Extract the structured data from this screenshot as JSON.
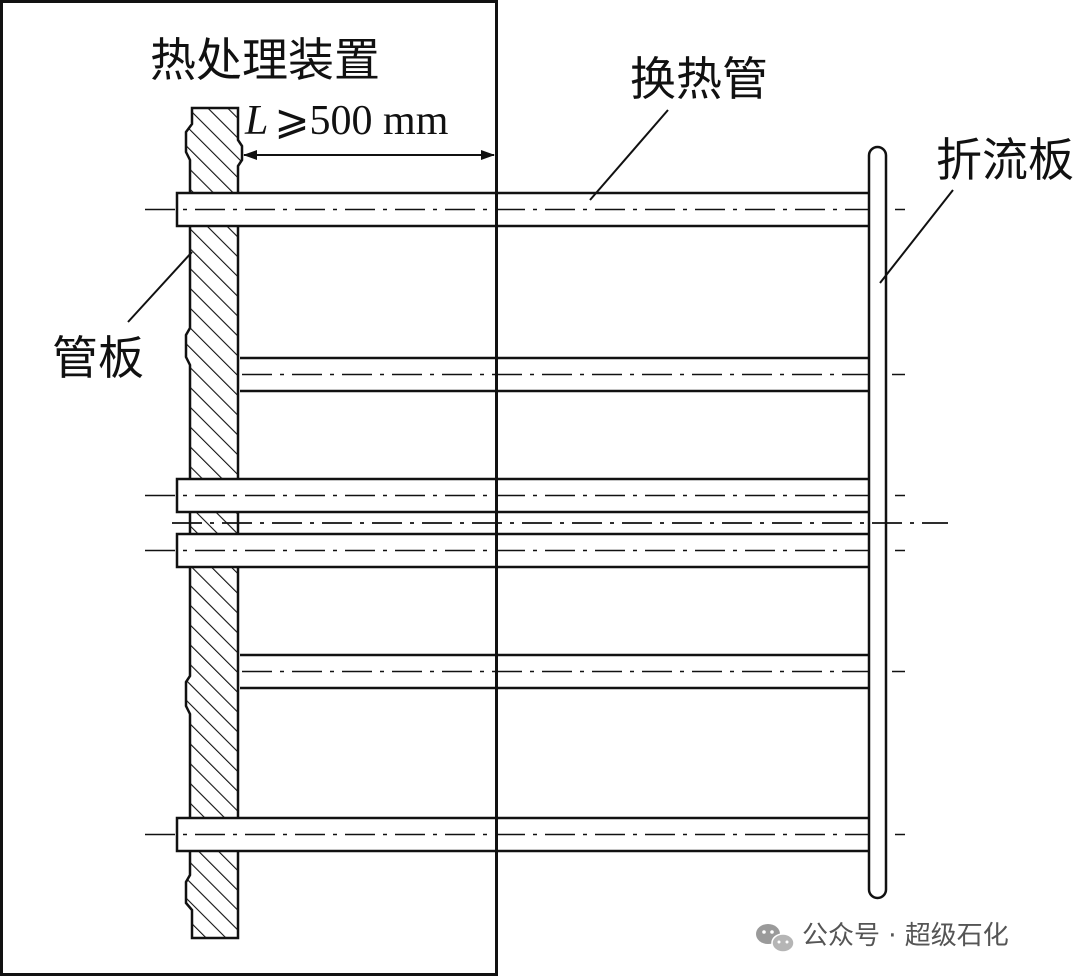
{
  "labels": {
    "heat_treatment_device": "热处理装置",
    "heat_exchange_tube": "换热管",
    "baffle_plate": "折流板",
    "tube_sheet": "管板",
    "dimension_symbol": "L",
    "dimension_relation": "⩾500 mm"
  },
  "watermark": {
    "text": "公众号 · 超级石化",
    "icon": "wechat-icon"
  },
  "colors": {
    "line": "#111111",
    "background": "#ffffff",
    "watermark": "#555555"
  }
}
